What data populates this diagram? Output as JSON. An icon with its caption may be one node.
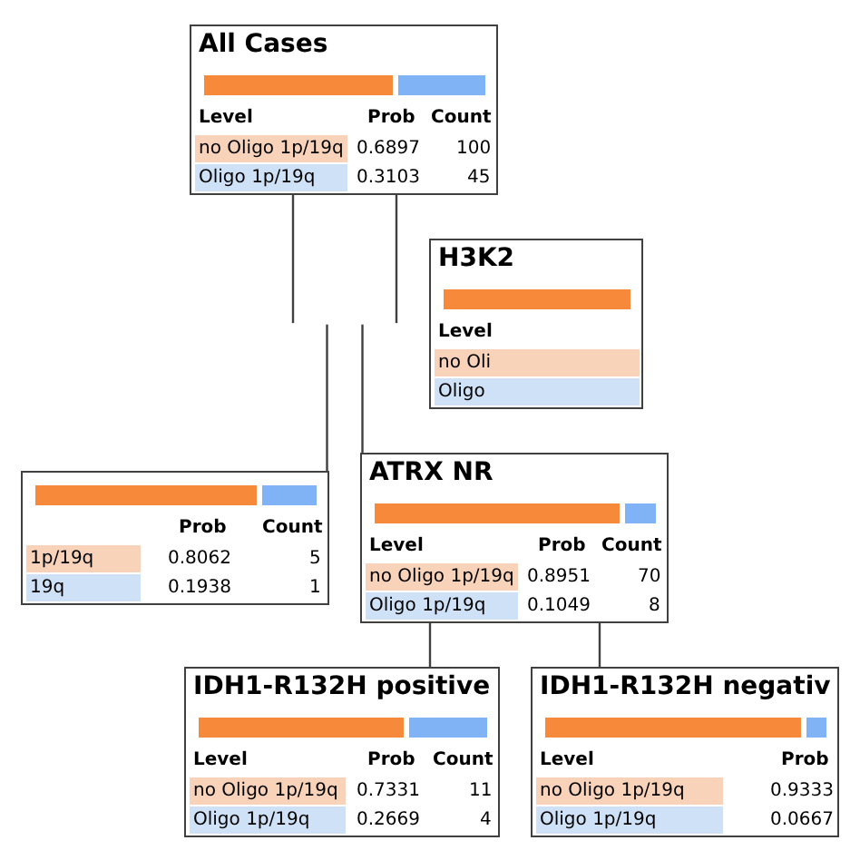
{
  "diagram": {
    "nodes": [
      {
        "text": [
          "All Cases",
          "Level",
          "Prob",
          "Count",
          "no Oligo 1p/19q",
          "0.6897",
          "100",
          "Oligo 1p/19q",
          "0.3103",
          "45"
        ]
      },
      {
        "text": [
          "H3K2",
          "Level",
          "no Oli",
          "Oligo"
        ]
      },
      {
        "text": [
          "Prob",
          "Count",
          "1p/19q",
          "0.8062",
          "5",
          "19q",
          "0.1938",
          "1"
        ]
      },
      {
        "text": [
          "ATRX NR",
          "Level",
          "Prob",
          "Count",
          "no Oligo 1p/19q",
          "0.8951",
          "70",
          "Oligo 1p/19q",
          "0.1049",
          "8"
        ]
      },
      {
        "text": [
          "IDH1-R132H positive",
          "Level",
          "Prob",
          "Count",
          "no Oligo 1p/19q",
          "0.7331",
          "11",
          "Oligo 1p/19q",
          "0.2669",
          "4"
        ]
      },
      {
        "text": [
          "IDH1-R132H negativ",
          "Level",
          "Prob",
          "no Oligo 1p/19q",
          "0.9333",
          "Oligo 1p/19q",
          "0.0667"
        ]
      }
    ],
    "edges": [
      {
        "from": 0,
        "to": null,
        "arrow": "none"
      },
      {
        "from": 0,
        "to": null,
        "arrow": "none"
      },
      {
        "from": null,
        "to": 2,
        "arrow": "none"
      },
      {
        "from": null,
        "to": 3,
        "arrow": "none"
      },
      {
        "from": 3,
        "to": 4,
        "arrow": "none"
      },
      {
        "from": 3,
        "to": 5,
        "arrow": "none"
      }
    ]
  }
}
